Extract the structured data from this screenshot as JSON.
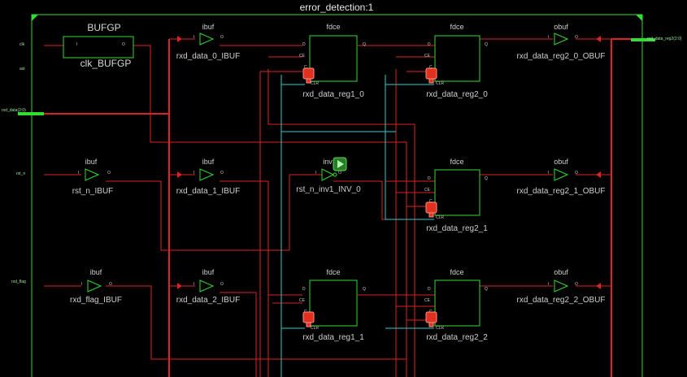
{
  "title": "error_detection:1",
  "ports": {
    "clk": "clk",
    "ast": "ast",
    "rxd_data_bus": "rxd_data(2:0)",
    "rst_n": "rst_n",
    "rxd_flag": "rxd_flag",
    "out_bus": "rxd_data_reg2(2:0)"
  },
  "cells": {
    "bufgp_type": "BUFGP",
    "bufgp_name": "clk_BUFGP",
    "ibuf_type": "ibuf",
    "ibuf0": "rxd_data_0_IBUF",
    "ibuf1": "rxd_data_1_IBUF",
    "ibuf2": "rxd_data_2_IBUF",
    "ibuf_rst": "rst_n_IBUF",
    "ibuf_flag": "rxd_flag_IBUF",
    "inv_type": "inv",
    "inv_name": "rst_n_inv1_INV_0",
    "fdce_type": "fdce",
    "reg1_0": "rxd_data_reg1_0",
    "reg1_1": "rxd_data_reg1_1",
    "reg2_0": "rxd_data_reg2_0",
    "reg2_1": "rxd_data_reg2_1",
    "reg2_2": "rxd_data_reg2_2",
    "obuf_type": "obuf",
    "obuf0": "rxd_data_reg2_0_OBUF",
    "obuf1": "rxd_data_reg2_1_OBUF",
    "obuf2": "rxd_data_reg2_2_OBUF"
  },
  "pins": {
    "i": "I",
    "o": "O",
    "d": "D",
    "ce": "CE",
    "c": "C",
    "q": "Q",
    "clr": "CLR"
  },
  "colors": {
    "frame": "#33dd33",
    "wire": "#dd2222",
    "clock": "#33cccc",
    "marker": "#e03020",
    "probe": "#33bb33"
  }
}
